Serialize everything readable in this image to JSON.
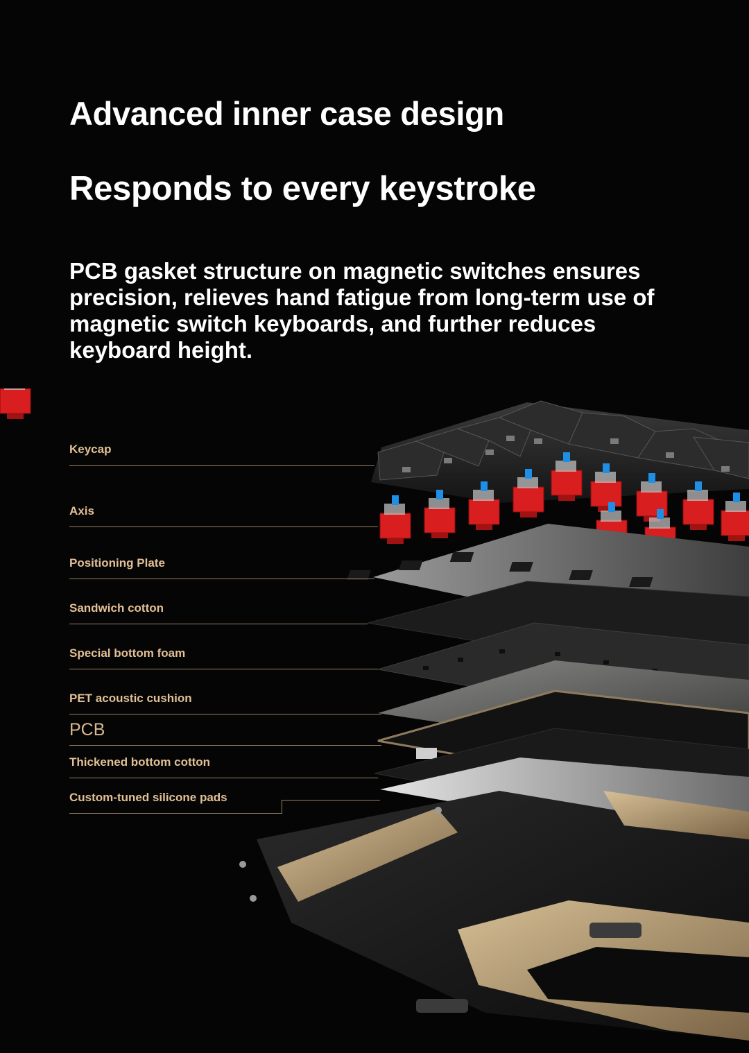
{
  "heading": {
    "line1": "Advanced inner case design",
    "line2": "Responds to every keystroke"
  },
  "description": "PCB gasket structure on magnetic switches ensures precision, relieves hand fatigue from long-term use of magnetic switch keyboards, and further reduces keyboard height.",
  "layers": [
    {
      "label": "Keycap"
    },
    {
      "label": "Axis"
    },
    {
      "label": "Positioning Plate"
    },
    {
      "label": "Sandwich cotton"
    },
    {
      "label": "Special bottom foam"
    },
    {
      "label": "PET acoustic cushion"
    },
    {
      "label": "PCB"
    },
    {
      "label": "Thickened bottom cotton"
    },
    {
      "label": "Custom-tuned silicone pads"
    }
  ],
  "colors": {
    "background": "#050505",
    "heading": "#ffffff",
    "label": "#e3c096",
    "switch_housing": "#d81e1e",
    "switch_stem": "#1f8fe6",
    "case_gold": "#b39a72"
  }
}
